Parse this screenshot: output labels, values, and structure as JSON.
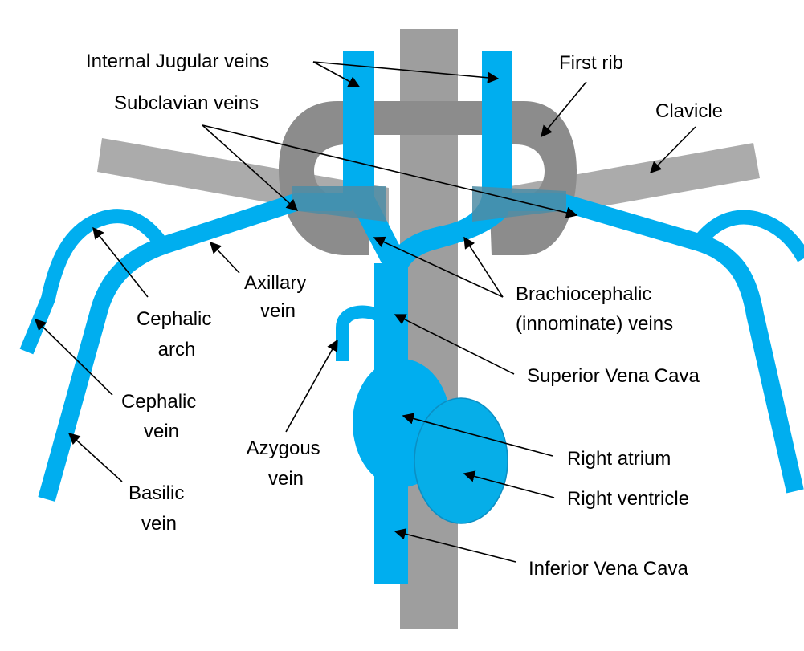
{
  "colors": {
    "vein": "#00aeef",
    "bone_dark": "#8c8c8c",
    "bone_light": "#ababab",
    "spine": "#9e9e9e",
    "overlap": "#4e8ca4",
    "ventricle": "#06aee8",
    "ventricle_stroke": "#0b8fc4",
    "leader": "#000000",
    "text": "#000000"
  },
  "labels": {
    "internal_jugular": [
      "Internal Jugular veins"
    ],
    "first_rib": [
      "First rib"
    ],
    "subclavian": [
      "Subclavian veins"
    ],
    "clavicle": [
      "Clavicle"
    ],
    "axillary": [
      "Axillary",
      "vein"
    ],
    "cephalic_arch": [
      "Cephalic",
      "arch"
    ],
    "cephalic_vein": [
      "Cephalic",
      "vein"
    ],
    "basilic": [
      "Basilic",
      "vein"
    ],
    "brachiocephalic": [
      "Brachiocephalic",
      "(innominate) veins"
    ],
    "svc": [
      "Superior Vena Cava"
    ],
    "azygous": [
      "Azygous",
      "vein"
    ],
    "right_atrium": [
      "Right atrium"
    ],
    "right_ventricle": [
      "Right ventricle"
    ],
    "ivc": [
      "Inferior Vena Cava"
    ]
  }
}
